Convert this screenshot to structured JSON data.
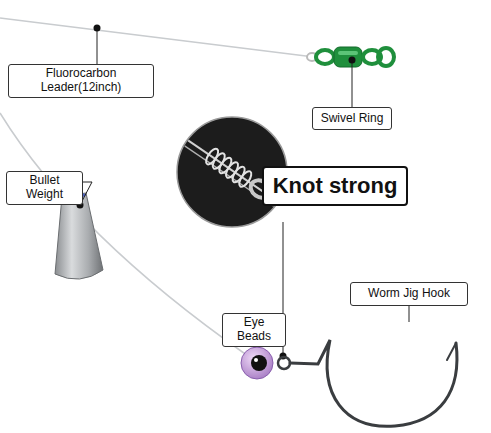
{
  "diagram": {
    "nodes": [
      {
        "text": [
          "Fluorocarbon Leader(12inch)"
        ]
      },
      {
        "text": [
          "Swivel Ring"
        ]
      },
      {
        "text": [
          "Bullet Weight"
        ]
      },
      {
        "text": [
          "Knot strong"
        ]
      },
      {
        "text": [
          "Worm Jig Hook"
        ]
      },
      {
        "text": [
          "Eye Beads"
        ]
      }
    ]
  }
}
